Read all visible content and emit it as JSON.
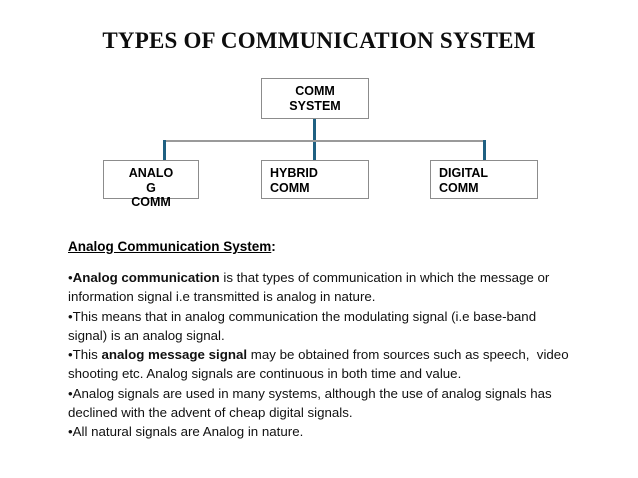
{
  "slide": {
    "title": "TYPES OF COMMUNICATION SYSTEM"
  },
  "diagram": {
    "type": "tree",
    "accent_color": "#1f6082",
    "border_color": "#8c8c8c",
    "connector_color": "#9a9a9a",
    "root": {
      "name": "comm-system",
      "line1": "COMM",
      "line2": "SYSTEM"
    },
    "children": [
      {
        "name": "analog-comm",
        "line1": "ANALO",
        "line2": "G",
        "line3": "COMM"
      },
      {
        "name": "hybrid-comm",
        "line1": "HYBRID",
        "line2": "COMM",
        "line3": ""
      },
      {
        "name": "digital-comm",
        "line1": "DIGITAL",
        "line2": "COMM",
        "line3": ""
      }
    ]
  },
  "content": {
    "heading_text": "Analog Communication System",
    "heading_colon": ":",
    "bullets": [
      {
        "marker": "•",
        "bold_lead": "Analog communication",
        "rest": " is that types of communication in which the message or  information signal i.e transmitted is analog in nature."
      },
      {
        "marker": "•",
        "bold_lead": "",
        "rest": "This means that in analog communication the modulating signal (i.e base-band  signal) is an analog signal."
      },
      {
        "marker": "•",
        "bold_lead": "",
        "rest": "This ",
        "bold_mid": "analog message signal",
        "tail": " may be obtained from sources such as speech,  video shooting etc. Analog signals are continuous in both time and value."
      },
      {
        "marker": "•",
        "bold_lead": "",
        "rest": "Analog signals are used in many systems, although the use of analog signals has  declined with the advent of cheap digital signals."
      },
      {
        "marker": "•",
        "bold_lead": "",
        "rest": "All natural signals are Analog in nature."
      }
    ]
  }
}
